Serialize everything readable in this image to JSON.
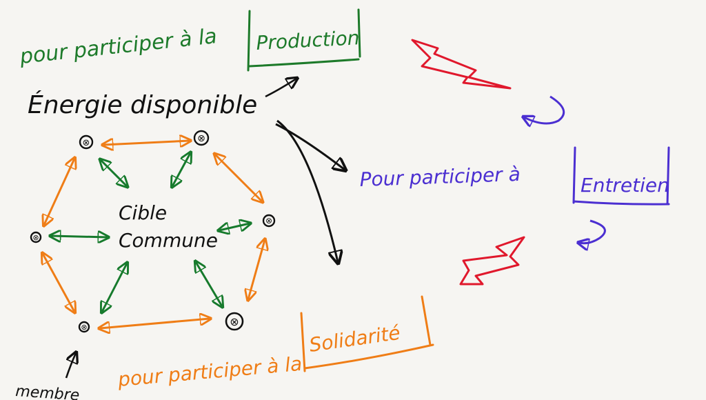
{
  "colors": {
    "production": "#1d7a2a",
    "entretien": "#4b2fd1",
    "solidarite": "#ef7d16",
    "ink": "#111111",
    "flash": "#e0182c",
    "green_arrow": "#167a2c",
    "orange_arrow": "#ef7d16"
  },
  "labels": {
    "energie": "Énergie disponible",
    "production_prefix": "pour participer à la",
    "production_box": "Production",
    "entretien_prefix": "Pour participer à",
    "entretien_box": "Entretien",
    "solidarite_prefix": "pour participer à la",
    "solidarite_box": "Solidarité",
    "cible_line1": "Cible",
    "cible_line2": "Commune",
    "membre": "membre"
  },
  "nodes": [
    {
      "id": "n1",
      "symbol": "⊗"
    },
    {
      "id": "n2",
      "symbol": "⊗"
    },
    {
      "id": "n3",
      "symbol": "⊗"
    },
    {
      "id": "n4",
      "symbol": "⊗"
    },
    {
      "id": "n5",
      "symbol": "⊗"
    },
    {
      "id": "n6",
      "symbol": "⊗"
    }
  ]
}
